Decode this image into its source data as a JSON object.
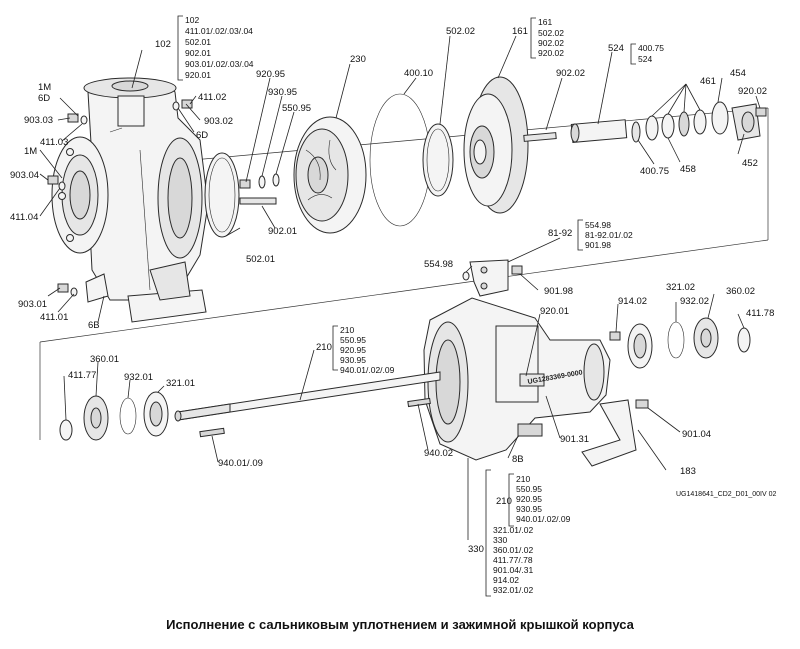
{
  "caption": "Исполнение с сальниковым уплотнением и зажимной крышкой корпуса",
  "drawing_code": "UG1418641_CD2_D01_00IV 02",
  "bracket_stamp": "UG1283369-0000",
  "labels": {
    "p102": "102",
    "p1M_top": "1M",
    "p6D_top": "6D",
    "p903_03": "903.03",
    "p411_03": "411.03",
    "p1M_left": "1M",
    "p903_04": "903.04",
    "p411_04": "411.04",
    "p903_01": "903.01",
    "p411_01": "411.01",
    "p6B": "6B",
    "p411_02": "411.02",
    "p6D_right": "6D",
    "p903_02": "903.02",
    "p920_95": "920.95",
    "p930_95": "930.95",
    "p550_95": "550.95",
    "p230": "230",
    "p902_01": "902.01",
    "p502_01": "502.01",
    "p400_10": "400.10",
    "p502_02": "502.02",
    "p161": "161",
    "p902_02": "902.02",
    "p524": "524",
    "p461": "461",
    "p454": "454",
    "p920_02": "920.02",
    "p400_75": "400.75",
    "p458": "458",
    "p452": "452",
    "p81_92": "81-92",
    "p554_98": "554.98",
    "p901_98": "901.98",
    "p920_01": "920.01",
    "p914_02": "914.02",
    "p932_02": "932.02",
    "p360_02": "360.02",
    "p411_78": "411.78",
    "p210": "210",
    "p360_01": "360.01",
    "p411_77": "411.77",
    "p932_01": "932.01",
    "p321_01": "321.01",
    "p321_02": "321.02",
    "p940_01": "940.01/.09",
    "p940_02": "940.02",
    "p901_31": "901.31",
    "p8B": "8B",
    "p901_04": "901.04",
    "p183": "183",
    "p330": "330"
  },
  "groups": {
    "g102": [
      "102",
      "411.01/.02/.03/.04",
      "502.01",
      "902.01",
      "903.01/.02/.03/.04",
      "920.01"
    ],
    "g161": [
      "161",
      "502.02",
      "902.02",
      "920.02"
    ],
    "g524": [
      "400.75",
      "524"
    ],
    "g81_92": [
      "554.98",
      "81-92.01/.02",
      "901.98"
    ],
    "g210_top": [
      "210",
      "550.95",
      "920.95",
      "930.95",
      "940.01/.02/.09"
    ],
    "g330_inner": [
      "210",
      "550.95",
      "920.95",
      "930.95",
      "940.01/.02/.09"
    ],
    "g330_outer": [
      "321.01/.02",
      "330",
      "360.01/.02",
      "411.77/.78",
      "901.04/.31",
      "914.02",
      "932.01/.02"
    ]
  }
}
